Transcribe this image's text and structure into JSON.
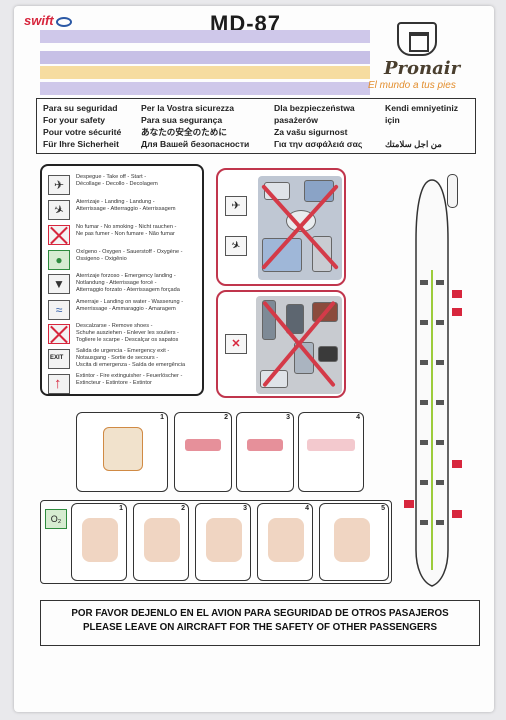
{
  "header": {
    "airline_logo": "swift",
    "aircraft_type": "MD-87",
    "partner_logo": "Pronair",
    "partner_slogan": "El mundo a tus pies",
    "crest_icon": "castle-crest-icon"
  },
  "safety_header": {
    "col1": [
      "Para su seguridad",
      "For your safety",
      "Pour votre sécurité",
      "Für Ihre Sicherheit"
    ],
    "col2": [
      "Per la Vostra sicurezza",
      "Para sua segurança",
      "あなたの安全のために",
      "Для Вашей безопасности"
    ],
    "col3": [
      "Dla bezpieczeństwa",
      "pasażerów",
      "Za vašu sigurnost",
      "Για την ασφάλειά σας"
    ],
    "col4": [
      "Kendi emniyetiniz",
      "için",
      "من اجل سلامتك"
    ]
  },
  "legend": [
    {
      "icon": "takeoff-icon",
      "style": "",
      "text": [
        "Despegue - Take off - Start -",
        "Décollage - Decollo - Decolagem"
      ]
    },
    {
      "icon": "landing-icon",
      "style": "",
      "text": [
        "Aterrizaje - Landing - Landung -",
        "Atterrissage - Atterraggio - Aterrissagem"
      ]
    },
    {
      "icon": "no-smoking-icon",
      "style": "red",
      "text": [
        "No fumar - No smoking - Nicht rauchen -",
        "Ne pas fumer - Non fumare - Não fumar"
      ]
    },
    {
      "icon": "oxygen-mask-icon",
      "style": "green",
      "text": [
        "Oxígeno - Oxygen - Sauerstoff - Oxygène -",
        "Ossigeno - Oxigênio"
      ]
    },
    {
      "icon": "emergency-landing-icon",
      "style": "",
      "text": [
        "Aterrizaje forzoso - Emergency landing -",
        "Notlandung - Atterrissage forcé -",
        "Atterraggio forzato - Aterrissagem forçada"
      ]
    },
    {
      "icon": "water-landing-icon",
      "style": "",
      "text": [
        "Amerraje - Landing on water - Wasserung -",
        "Amerrissage - Ammaraggio - Amaragem"
      ]
    },
    {
      "icon": "remove-shoes-icon",
      "style": "red",
      "text": [
        "Descalzarse - Remove shoes -",
        "Schuhe ausziehen - Enlever les souliers -",
        "Togliere le scarpe - Descalçar os sapatos"
      ]
    },
    {
      "icon": "exit-sign-icon",
      "style": "exit",
      "text": [
        "Salida de urgencia - Emergency exit -",
        "Notausgang - Sortie de secours -",
        "Uscita di emergenza - Saída de emergência"
      ]
    },
    {
      "icon": "fire-extinguisher-icon",
      "style": "arrow",
      "text": [
        "Extintor - Fire extinguisher - Feuerlöscher -",
        "Extincteur - Estintore - Extintor"
      ]
    }
  ],
  "exit_label": "EXIT",
  "seatbelt_steps": [
    "1",
    "2",
    "3",
    "4"
  ],
  "oxygen_steps": [
    "1",
    "2",
    "3",
    "4",
    "5"
  ],
  "oxygen_icon_label": "O₂",
  "footer": {
    "line1": "POR FAVOR DEJENLO EN EL AVION PARA SEGURIDAD DE OTROS PASAJEROS",
    "line2": "PLEASE LEAVE ON AIRCRAFT FOR THE SAFETY OF OTHER PASSENGERS"
  },
  "colors": {
    "accent_red": "#d7263d",
    "panel_border": "#c0354c",
    "band_lavender": "#cfc8ea",
    "band_yellow": "#f6dca0",
    "slogan_orange": "#e38e2e"
  }
}
